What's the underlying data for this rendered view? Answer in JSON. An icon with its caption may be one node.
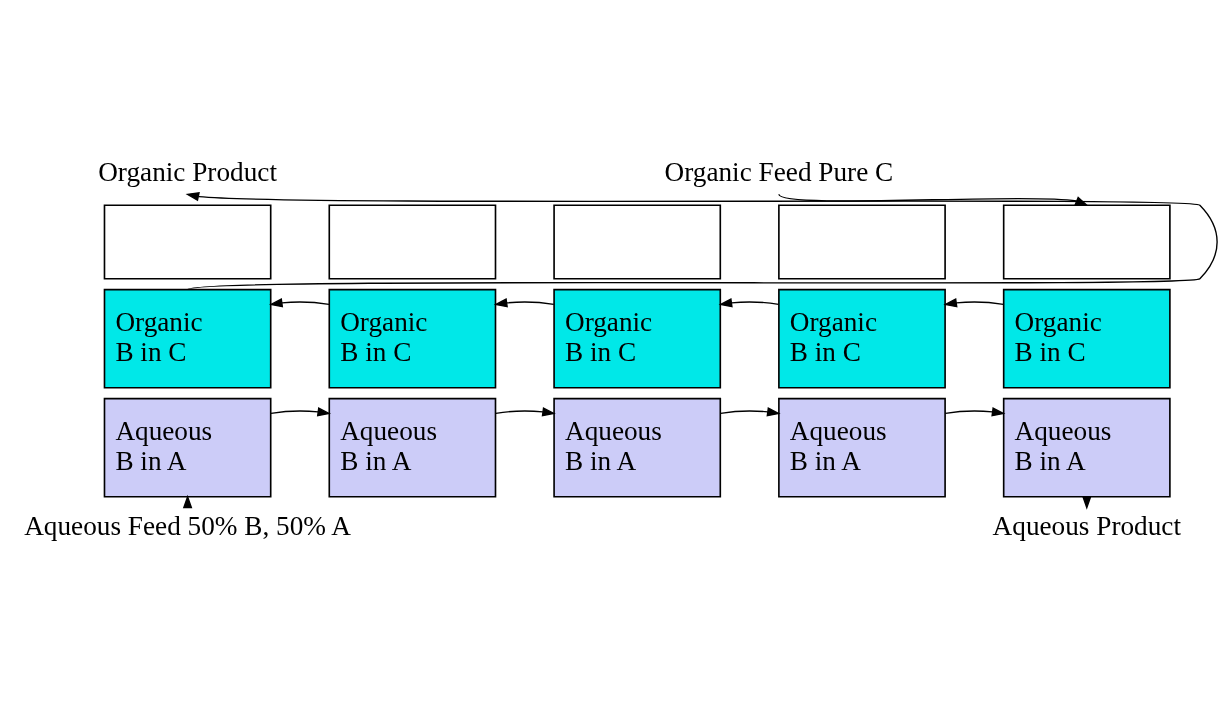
{
  "diagram": {
    "nodes": [
      {
        "text": [
          "Organic Product"
        ]
      },
      {
        "text": [
          "Organic Feed Pure C"
        ]
      },
      {
        "text": [],
        "shape": "box"
      },
      {
        "text": [
          "Organic",
          "B in C"
        ]
      },
      {
        "text": [
          "Aqueous",
          "B in A"
        ]
      },
      {
        "text": [],
        "shape": "box"
      },
      {
        "text": [
          "Organic",
          "B in C"
        ]
      },
      {
        "text": [
          "Aqueous",
          "B in A"
        ]
      },
      {
        "text": [],
        "shape": "box"
      },
      {
        "text": [
          "Organic",
          "B in C"
        ]
      },
      {
        "text": [
          "Aqueous",
          "B in A"
        ]
      },
      {
        "text": [],
        "shape": "box"
      },
      {
        "text": [
          "Organic",
          "B in C"
        ]
      },
      {
        "text": [
          "Aqueous",
          "B in A"
        ]
      },
      {
        "text": [],
        "shape": "box"
      },
      {
        "text": [
          "Organic",
          "B in C"
        ]
      },
      {
        "text": [
          "Aqueous",
          "B in A"
        ]
      },
      {
        "text": [
          "Aqueous Feed 50% B, 50% A"
        ]
      },
      {
        "text": [
          "Aqueous Product"
        ]
      }
    ],
    "edges": [
      {
        "from": 3,
        "to": 0,
        "arrow": "to"
      },
      {
        "from": 1,
        "to": 14,
        "arrow": "to"
      },
      {
        "from": 6,
        "to": 3,
        "arrow": "to"
      },
      {
        "from": 9,
        "to": 6,
        "arrow": "to"
      },
      {
        "from": 12,
        "to": 9,
        "arrow": "to"
      },
      {
        "from": 15,
        "to": 12,
        "arrow": "to"
      },
      {
        "from": 4,
        "to": 7,
        "arrow": "to"
      },
      {
        "from": 7,
        "to": 10,
        "arrow": "to"
      },
      {
        "from": 10,
        "to": 13,
        "arrow": "to"
      },
      {
        "from": 13,
        "to": 16,
        "arrow": "to"
      },
      {
        "from": 17,
        "to": 4,
        "arrow": "to"
      },
      {
        "from": 16,
        "to": 18,
        "arrow": "to"
      }
    ]
  }
}
